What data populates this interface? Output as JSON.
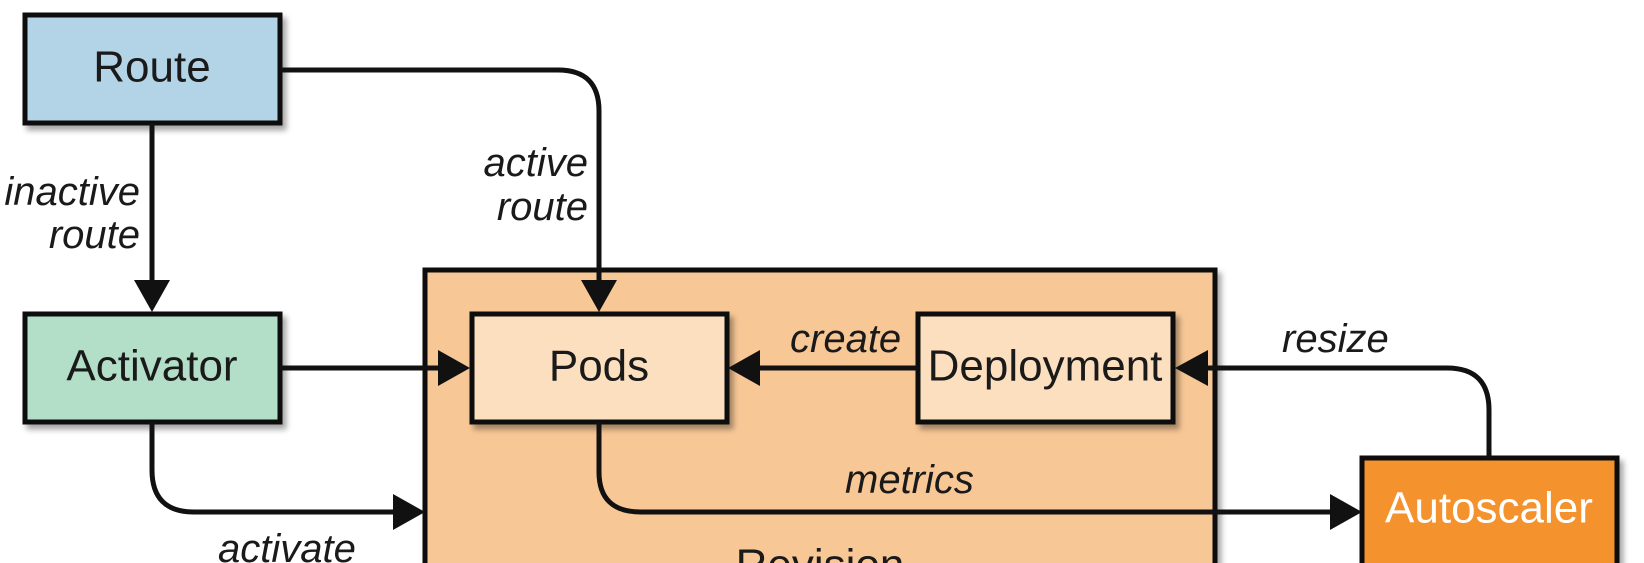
{
  "nodes": {
    "route": {
      "label": "Route",
      "color": "#b3d3e7"
    },
    "activator": {
      "label": "Activator",
      "color": "#b3dec8"
    },
    "revision": {
      "label": "Revision",
      "color": "#f8c796"
    },
    "pods": {
      "label": "Pods",
      "color": "#fcdfbf"
    },
    "deployment": {
      "label": "Deployment",
      "color": "#fcdfbf"
    },
    "autoscaler": {
      "label": "Autoscaler",
      "color": "#f4922e"
    }
  },
  "edges": {
    "inactive_route": {
      "line1": "inactive",
      "line2": "route"
    },
    "active_route": {
      "line1": "active",
      "line2": "route"
    },
    "create": {
      "label": "create"
    },
    "resize": {
      "label": "resize"
    },
    "metrics": {
      "label": "metrics"
    },
    "activate": {
      "label": "activate"
    }
  }
}
